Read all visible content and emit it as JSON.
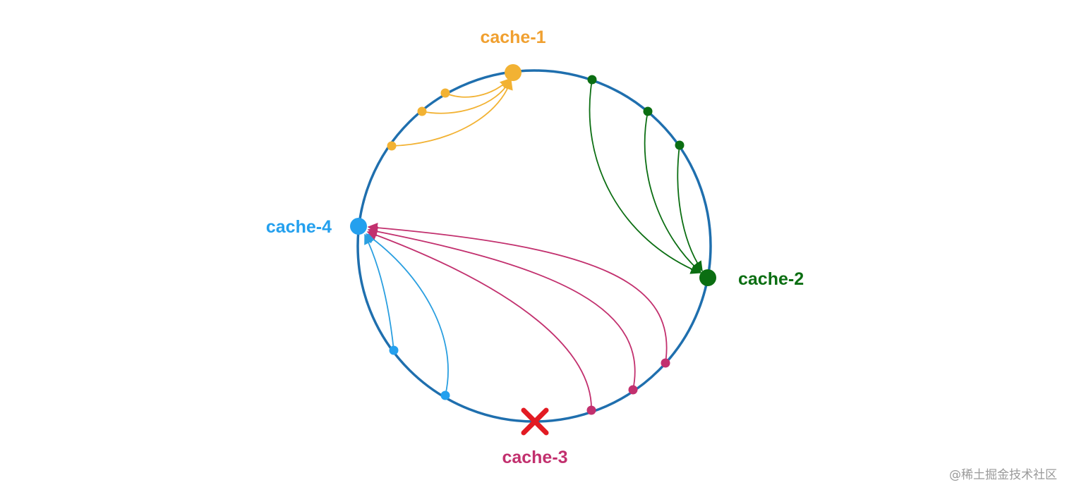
{
  "colors": {
    "ring": "#1f6fae",
    "cache1": "#f2b233",
    "cache1_label": "#f0a030",
    "cache2": "#0b6e12",
    "cache3": "#c2306e",
    "cache4": "#24a0ee",
    "cache4_line": "#2a9fe0",
    "removed_mark": "#e21b23"
  },
  "nodes": {
    "cache1": {
      "label": "cache-1"
    },
    "cache2": {
      "label": "cache-2"
    },
    "cache3": {
      "label": "cache-3",
      "removed_icon": "x-mark-icon"
    },
    "cache4": {
      "label": "cache-4"
    }
  },
  "watermark": "@稀土掘金技术社区"
}
